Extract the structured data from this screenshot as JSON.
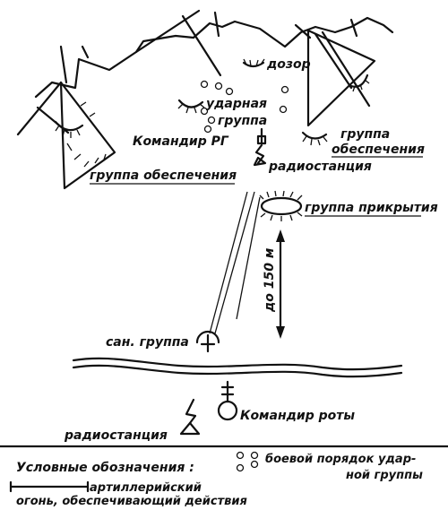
{
  "labels": {
    "dozor": "дозор",
    "udarnaya": "ударная",
    "gruppa": "группа",
    "komandir_rg": "Командир РГ",
    "radiostanciya_top": "радиостанция",
    "gruppa_obesp_right_1": "группа",
    "gruppa_obesp_right_2": "обеспечения",
    "gruppa_obesp_left": "группа обеспечения",
    "gruppa_prikrytiya": "группа прикрытия",
    "distance": "до 150 м",
    "san_gruppa": "сан. группа",
    "komandir_roty": "Командир роты",
    "radiostanciya_bottom": "радиостанция"
  },
  "legend": {
    "title": "Условные обозначения :",
    "item1_line1": "боевой порядок удар-",
    "item1_line2": "ной группы",
    "item2_line1": "артиллерийский",
    "item2_line2": "огонь, обеспечивающий действия"
  }
}
